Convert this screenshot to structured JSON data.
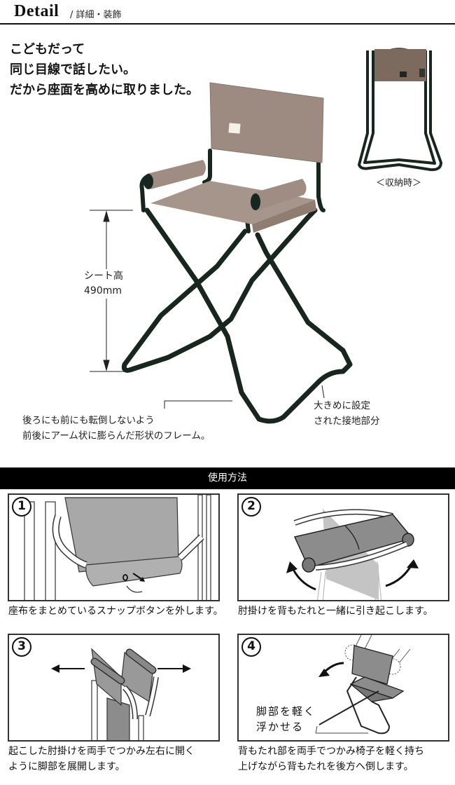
{
  "header": {
    "title": "Detail",
    "subtitle": "/ 詳細・装飾"
  },
  "lead": {
    "lines": [
      "こどもだって",
      "同じ目線で話したい。",
      "だから座面を高めに取りました。"
    ]
  },
  "stored_view": {
    "caption": "＜収納時＞"
  },
  "seat_height": {
    "label": "シート高",
    "value": "490mm"
  },
  "callouts": {
    "frame": {
      "lines": [
        "後ろにも前にも転倒しないよう",
        "前後にアーム状に膨らんだ形状のフレーム。"
      ]
    },
    "feet": {
      "lines": [
        "大きめに設定",
        "された接地部分"
      ]
    }
  },
  "colors": {
    "fabric": "#9b8a80",
    "frame": "#1a2a24",
    "section_bar": "#000000",
    "illustration_gray": "#8c8c8c"
  },
  "usage": {
    "title": "使用方法",
    "steps": [
      {
        "number": "1",
        "caption_lines": [
          "座布をまとめているスナップボタンを外します。"
        ]
      },
      {
        "number": "2",
        "caption_lines": [
          "肘掛けを背もたれと一緒に引き起こします。"
        ]
      },
      {
        "number": "3",
        "caption_lines": [
          "起こした肘掛けを両手でつかみ左右に開く",
          "ように脚部を展開します。"
        ]
      },
      {
        "number": "4",
        "caption_lines": [
          "背もたれ部を両手でつかみ椅子を軽く持ち",
          "上げながら背もたれを後方へ倒します。"
        ],
        "annotation_lines": [
          "脚部を軽く",
          "浮かせる"
        ]
      }
    ]
  }
}
